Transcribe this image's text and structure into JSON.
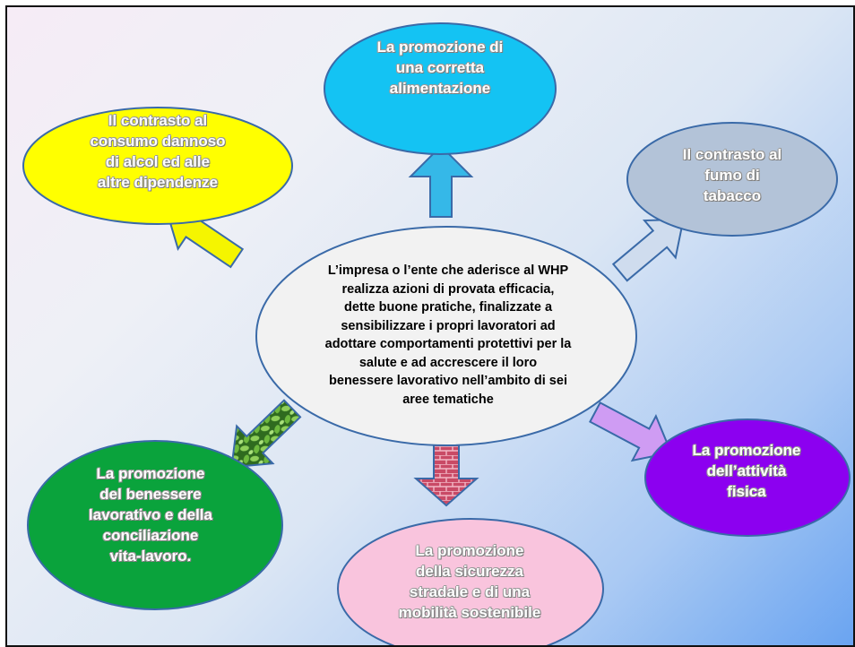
{
  "center": {
    "text": "L’impresa o l’ente che aderisce al WHP\nrealizza azioni di provata efficacia,\ndette buone pratiche, finalizzate a\nsensibilizzare i propri lavoratori ad\nadottare comportamenti protettivi per la\nsalute e ad accrescere il loro\nbenessere lavorativo nell’ambito di sei\naree tematiche"
  },
  "topics": {
    "alimentazione": {
      "text": "La promozione di\nuna corretta\nalimentazione",
      "color": "#14c3f3"
    },
    "alcol": {
      "text": "Il contrasto al\nconsumo dannoso\ndi alcol ed alle\naltre dipendenze",
      "color": "#ffff00"
    },
    "tabacco": {
      "text": "Il contrasto al\nfumo di\ntabacco",
      "color": "#b3c3d8"
    },
    "attivita_fisica": {
      "text": "La promozione\ndell’attività\nfisica",
      "color": "#8c00f0"
    },
    "sicurezza_stradale": {
      "text": "La promozione\ndella sicurezza\nstradale e di una\nmobilità sostenibile",
      "color": "#f9c4dd"
    },
    "benessere": {
      "text": "La promozione\ndel benessere\nlavorativo e della\nconciliazione\nvita-lavoro.",
      "color": "#0aa33c"
    }
  },
  "arrows": {
    "up": {
      "color": "#35b8e8"
    },
    "upper_left": {
      "color": "#f5f500"
    },
    "upper_right": {
      "color": "#cfdcee"
    },
    "lower_right": {
      "color": "#cf9cf3"
    },
    "down": {
      "color": "#d3637a"
    },
    "lower_left": {
      "color": "#3f8a2c"
    }
  }
}
